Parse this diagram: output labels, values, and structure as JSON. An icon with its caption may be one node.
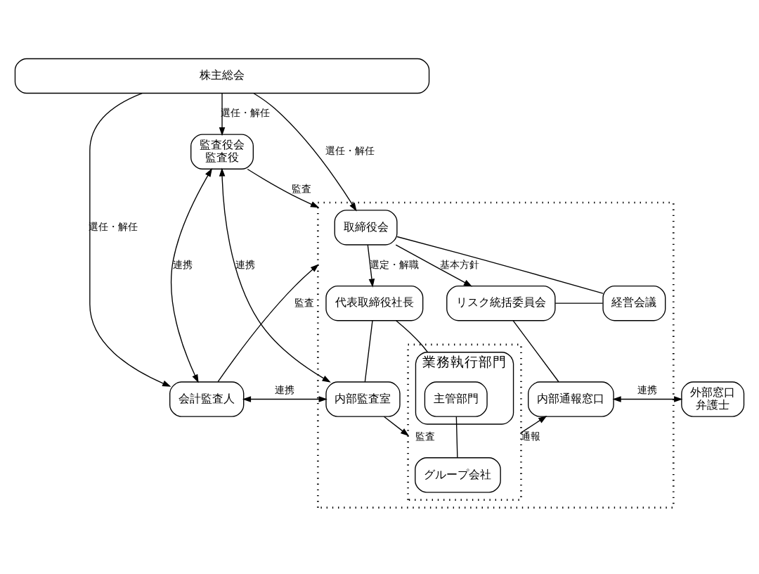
{
  "diagram": {
    "nodes": [
      {
        "text": [
          "株主総会"
        ]
      },
      {
        "text": [
          "監査役会",
          "監査役"
        ]
      },
      {
        "text": [],
        "shape": "box"
      },
      {
        "text": [
          "取締役会"
        ],
        "in": 2
      },
      {
        "text": [
          "経営会議"
        ],
        "in": 2
      },
      {
        "text": [
          "リスク統括委員会"
        ],
        "in": 2
      },
      {
        "text": [
          "代表取締役社長"
        ],
        "in": 2
      },
      {
        "text": [
          "内部監査室"
        ],
        "in": 2
      },
      {
        "text": [],
        "shape": "box",
        "in": 2
      },
      {
        "text": [
          "業務執行部門"
        ],
        "in": 8
      },
      {
        "text": [
          "主管部門"
        ],
        "in": 9
      },
      {
        "text": [
          "グループ会社"
        ],
        "in": 8
      },
      {
        "text": [
          "内部通報窓口"
        ],
        "in": 2
      },
      {
        "text": [
          "会計監査人"
        ]
      },
      {
        "text": [
          "外部窓口",
          "弁護士"
        ]
      }
    ],
    "edges": [
      {
        "from": 0,
        "to": 13,
        "arrow": "to",
        "label": "選任・解任"
      },
      {
        "from": 0,
        "to": 1,
        "arrow": "to",
        "label": "選任・解任"
      },
      {
        "from": 0,
        "to": 3,
        "arrow": "to",
        "label": "選任・解任"
      },
      {
        "from": 1,
        "to": 2,
        "arrow": "to",
        "label": "監査"
      },
      {
        "from": 13,
        "to": 1,
        "arrow": "both",
        "label": "連携"
      },
      {
        "from": 7,
        "to": 1,
        "arrow": "both",
        "label": "連携"
      },
      {
        "from": 3,
        "to": 4,
        "arrow": "none"
      },
      {
        "from": 3,
        "to": 6,
        "arrow": "to",
        "label": "選定・解職"
      },
      {
        "from": 3,
        "to": 5,
        "arrow": "to",
        "label": "基本方針"
      },
      {
        "from": 4,
        "to": 5,
        "arrow": "none"
      },
      {
        "from": 6,
        "to": 7,
        "arrow": "none"
      },
      {
        "from": 6,
        "to": 9,
        "arrow": "none"
      },
      {
        "from": 5,
        "to": 12,
        "arrow": "none"
      },
      {
        "from": 10,
        "to": 11,
        "arrow": "none"
      },
      {
        "from": 13,
        "to": 2,
        "arrow": "to",
        "label": "監査"
      },
      {
        "from": 13,
        "to": 7,
        "arrow": "both",
        "label": "連携"
      },
      {
        "from": 7,
        "to": 8,
        "arrow": "to",
        "label": "監査"
      },
      {
        "from": 8,
        "to": 12,
        "arrow": "to",
        "label": "通報"
      },
      {
        "from": 14,
        "to": 12,
        "arrow": "both",
        "label": "連携"
      }
    ]
  }
}
